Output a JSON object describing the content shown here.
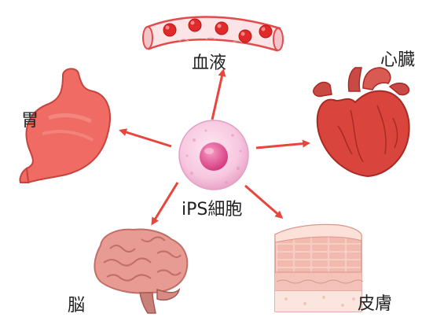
{
  "center": {
    "label": "iPS細胞",
    "icon": "ips-cell-icon"
  },
  "targets": {
    "blood": {
      "label": "血液",
      "icon": "blood-vessel-icon"
    },
    "heart": {
      "label": "心臓",
      "icon": "heart-icon"
    },
    "stomach": {
      "label": "胃",
      "icon": "stomach-icon"
    },
    "brain": {
      "label": "脳",
      "icon": "brain-icon"
    },
    "skin": {
      "label": "皮膚",
      "icon": "skin-layers-icon"
    }
  },
  "colors": {
    "arrow": "#e8453c",
    "cell_outer": "#f7c8e0",
    "cell_nucleus": "#e04a8a",
    "blood_cell": "#e02a2a",
    "heart": "#d9453d",
    "stomach": "#ef6b63",
    "brain": "#e79b92",
    "skin": "#f6c9c0"
  }
}
